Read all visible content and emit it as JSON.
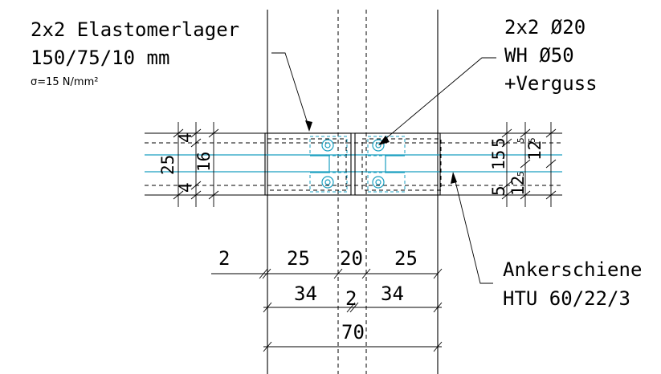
{
  "label_bearing": {
    "line1": "2x2 Elastomerlager",
    "line2": "150/75/10 mm",
    "line3": "σ=15 N/mm²"
  },
  "label_dowel": {
    "line1": "2x2 Ø20",
    "line2": "WH Ø50",
    "line3": "+Verguss"
  },
  "label_rail": {
    "line1": "Ankerschiene",
    "line2": "HTU 60/22/3"
  },
  "dims_left": {
    "a": "25",
    "b": "16",
    "c": "4",
    "d": "4"
  },
  "dims_right": {
    "a": "5",
    "b": "15",
    "c": "5",
    "d": "5",
    "e": "12",
    "f": "5",
    "g": "12",
    "h": "5"
  },
  "dims_row1": {
    "a": "2",
    "b": "25",
    "c": "20",
    "d": "25"
  },
  "dims_row2": {
    "a": "34",
    "b": "2",
    "c": "34"
  },
  "dims_row3": {
    "a": "70"
  }
}
